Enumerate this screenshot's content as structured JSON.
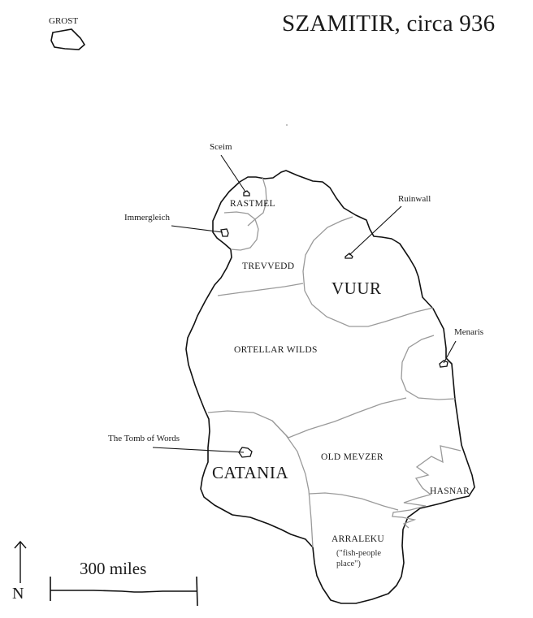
{
  "map": {
    "title": "SZAMITIR, circa 936",
    "islands": [
      {
        "name": "GROST"
      }
    ],
    "regions": [
      {
        "name": "RASTMEL"
      },
      {
        "name": "TREVVEDD"
      },
      {
        "name": "VUUR"
      },
      {
        "name": "ORTELLAR WILDS"
      },
      {
        "name": "CATANIA"
      },
      {
        "name": "OLD MEVZER"
      },
      {
        "name": "HASNAR"
      },
      {
        "name": "ARRALEKU",
        "note_line1": "(\"fish-people",
        "note_line2": "place\")"
      }
    ],
    "places": [
      {
        "name": "Sceim"
      },
      {
        "name": "Immergleich"
      },
      {
        "name": "Ruinwall"
      },
      {
        "name": "Menaris"
      },
      {
        "name": "The Tomb of Words"
      }
    ],
    "scale": {
      "label": "300 miles"
    },
    "compass": {
      "label": "N"
    },
    "colors": {
      "coast": "#111111",
      "border": "#9a9a9a",
      "background": "#ffffff"
    }
  }
}
